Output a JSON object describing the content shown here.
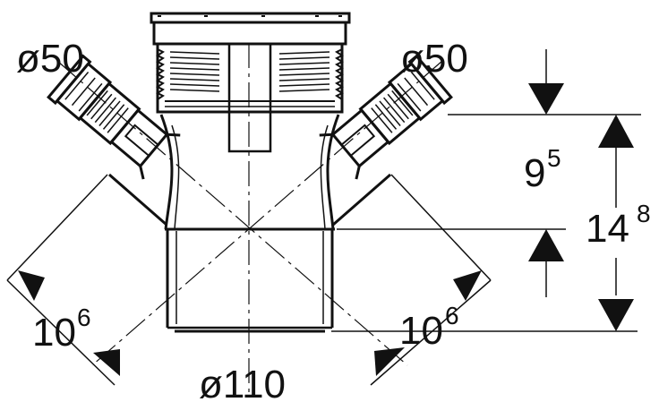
{
  "diagram": {
    "labels": {
      "inlet_left_diameter": "ø50",
      "inlet_right_diameter": "ø50",
      "outlet_diameter": "ø110",
      "dim_height_short_base": "9",
      "dim_height_short_sup": "5",
      "dim_height_total_base": "14",
      "dim_height_total_sup": "8",
      "dim_left_diag_base": "10",
      "dim_left_diag_sup": "6",
      "dim_right_diag_base": "10",
      "dim_right_diag_sup": "6"
    },
    "colors": {
      "line": "#111111",
      "background": "#ffffff"
    }
  }
}
